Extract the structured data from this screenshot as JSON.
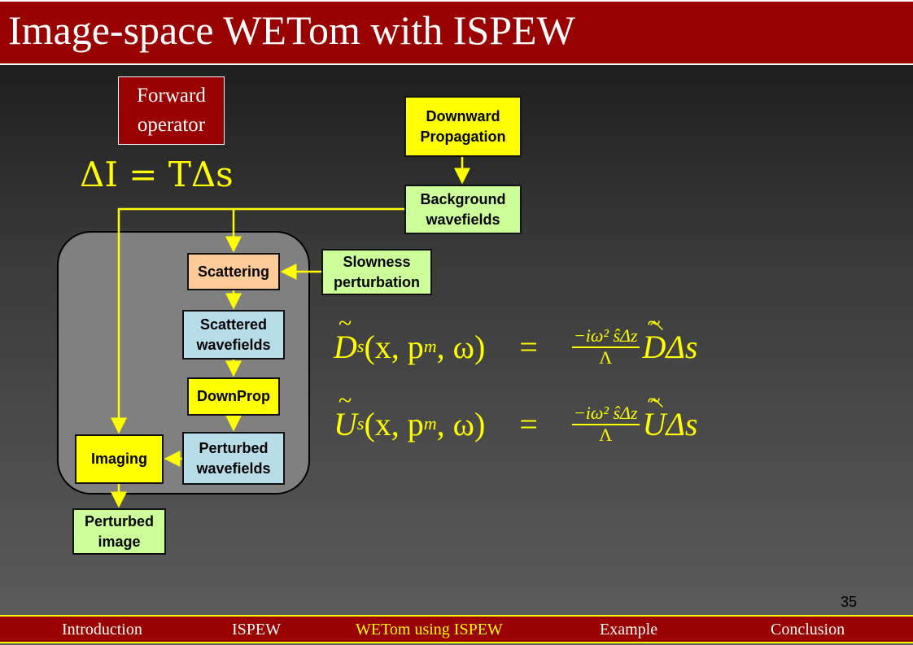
{
  "title": "Image-space WETom with ISPEW",
  "forward_operator": "Forward operator",
  "main_equation": "ΔI = TΔs",
  "boxes": {
    "downward_propagation": "Downward Propagation",
    "background_wavefields": "Background wavefields",
    "scattering": "Scattering",
    "slowness_perturbation": "Slowness perturbation",
    "scattered_wavefields": "Scattered wavefields",
    "downprop": "DownProp",
    "perturbed_wavefields": "Perturbed wavefields",
    "imaging": "Imaging",
    "perturbed_image": "Perturbed image"
  },
  "equations": {
    "eq1": {
      "lhs_symbol": "D",
      "lhs_args": "(x, p",
      "sub": "s",
      "m": "m",
      "omega": ", ω)",
      "equals": "=",
      "numerator": "−iω² ŝΔz",
      "denominator": "Λ",
      "rhs_symbol": "D",
      "rhs_tail": "Δs"
    },
    "eq2": {
      "lhs_symbol": "U",
      "lhs_args": "(x, p",
      "sub": "s",
      "m": "m",
      "omega": ", ω)",
      "equals": "=",
      "numerator": "−iω² ŝΔz",
      "denominator": "Λ",
      "rhs_symbol": "U",
      "rhs_tail": "Δs"
    }
  },
  "page_number": "35",
  "footer_nav": [
    {
      "label": "Introduction",
      "active": false
    },
    {
      "label": "ISPEW",
      "active": false
    },
    {
      "label": "WETom using ISPEW",
      "active": true
    },
    {
      "label": "Example",
      "active": false
    },
    {
      "label": "Conclusion",
      "active": false
    }
  ],
  "colors": {
    "accent_red": "#990000",
    "highlight": "#ffff00"
  }
}
